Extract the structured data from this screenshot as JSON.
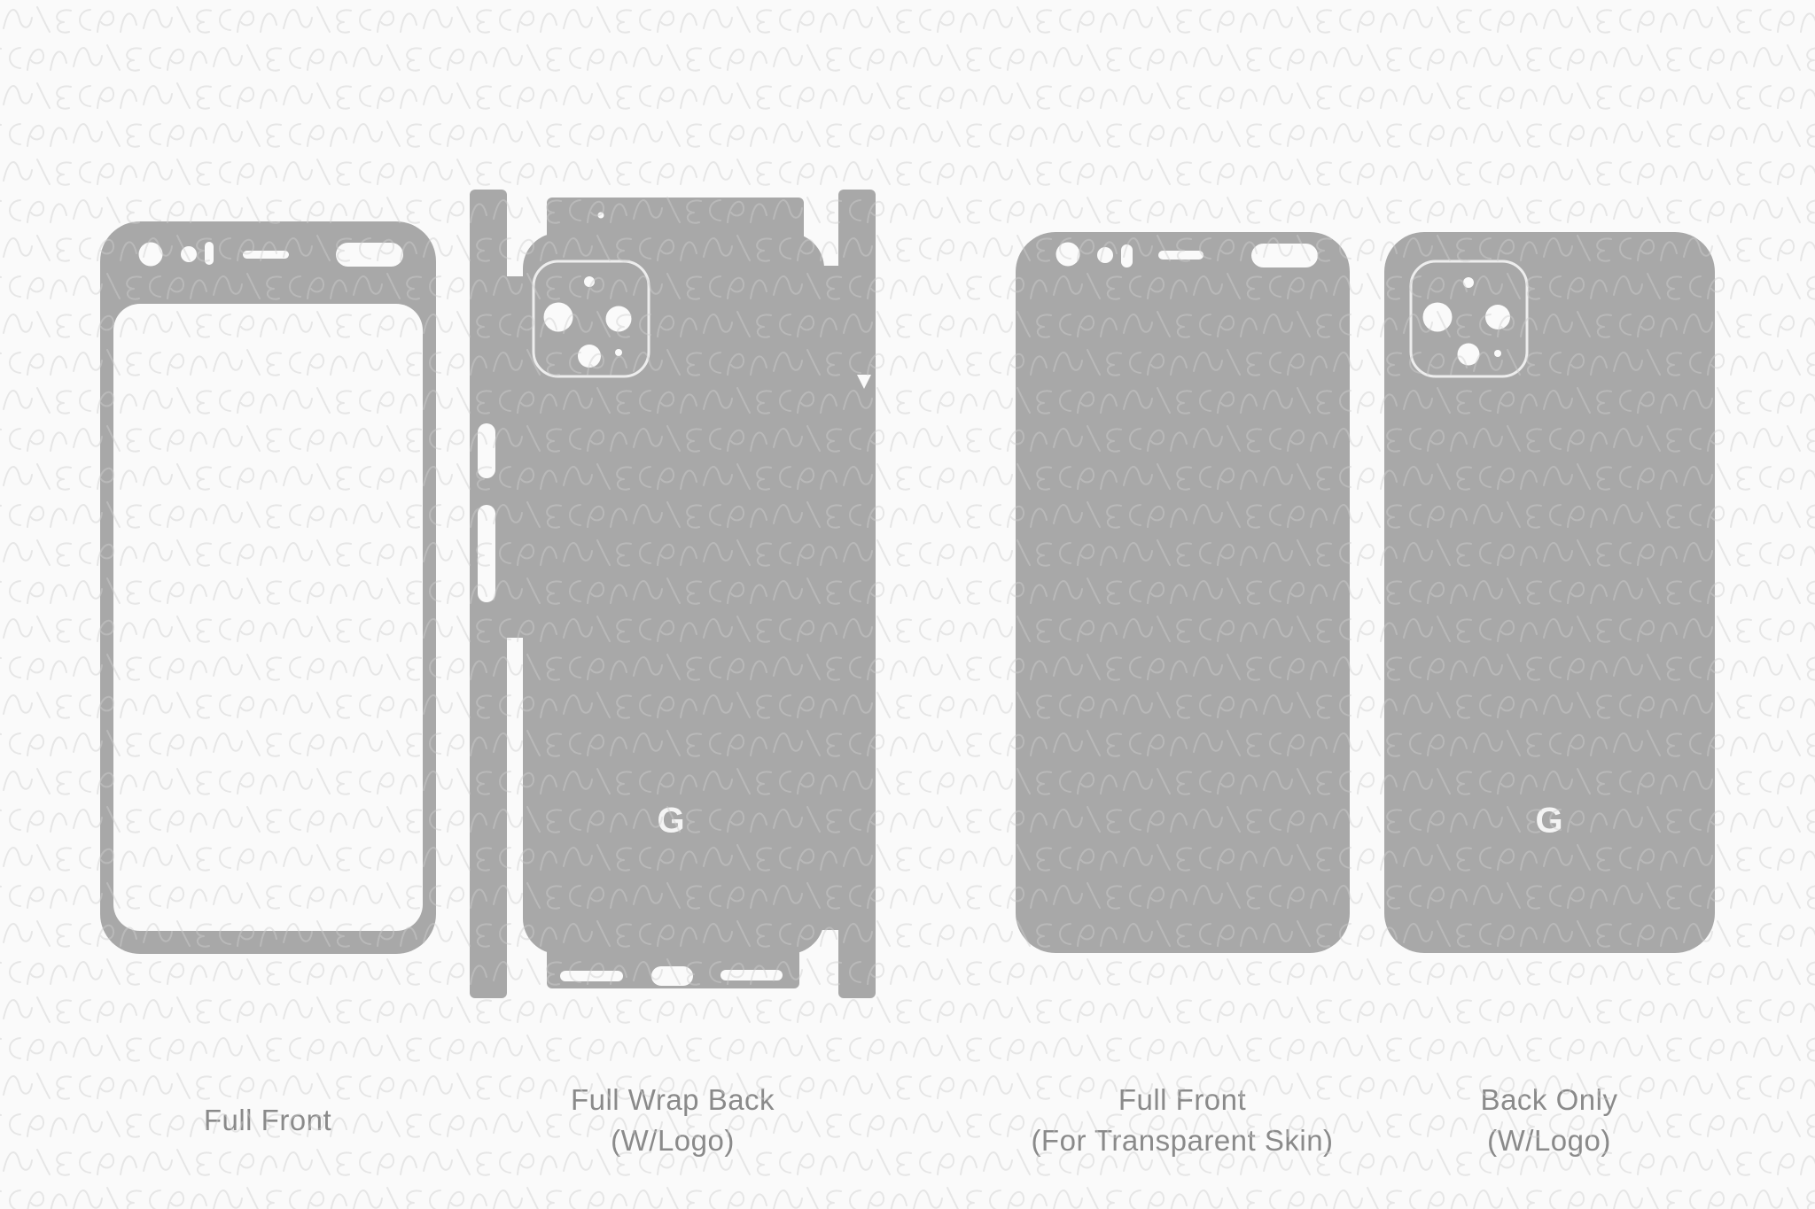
{
  "colors": {
    "background": "#fafafa",
    "template_fill": "#a8a8a8",
    "cutout_fill": "#fafafa",
    "camera_outline": "#ededed",
    "label_text": "#8a8a8a",
    "logo_text": "#f4f4f4",
    "watermark_line": "#cdcdcd"
  },
  "templates": [
    {
      "id": "full-front",
      "label_lines": [
        "Full Front"
      ]
    },
    {
      "id": "full-wrap-back",
      "label_lines": [
        "Full Wrap Back",
        "(W/Logo)"
      ],
      "logo": "G"
    },
    {
      "id": "full-front-transparent",
      "label_lines": [
        "Full Front",
        "(For Transparent Skin)"
      ]
    },
    {
      "id": "back-only",
      "label_lines": [
        "Back Only",
        "(W/Logo)"
      ],
      "logo": "G"
    }
  ]
}
